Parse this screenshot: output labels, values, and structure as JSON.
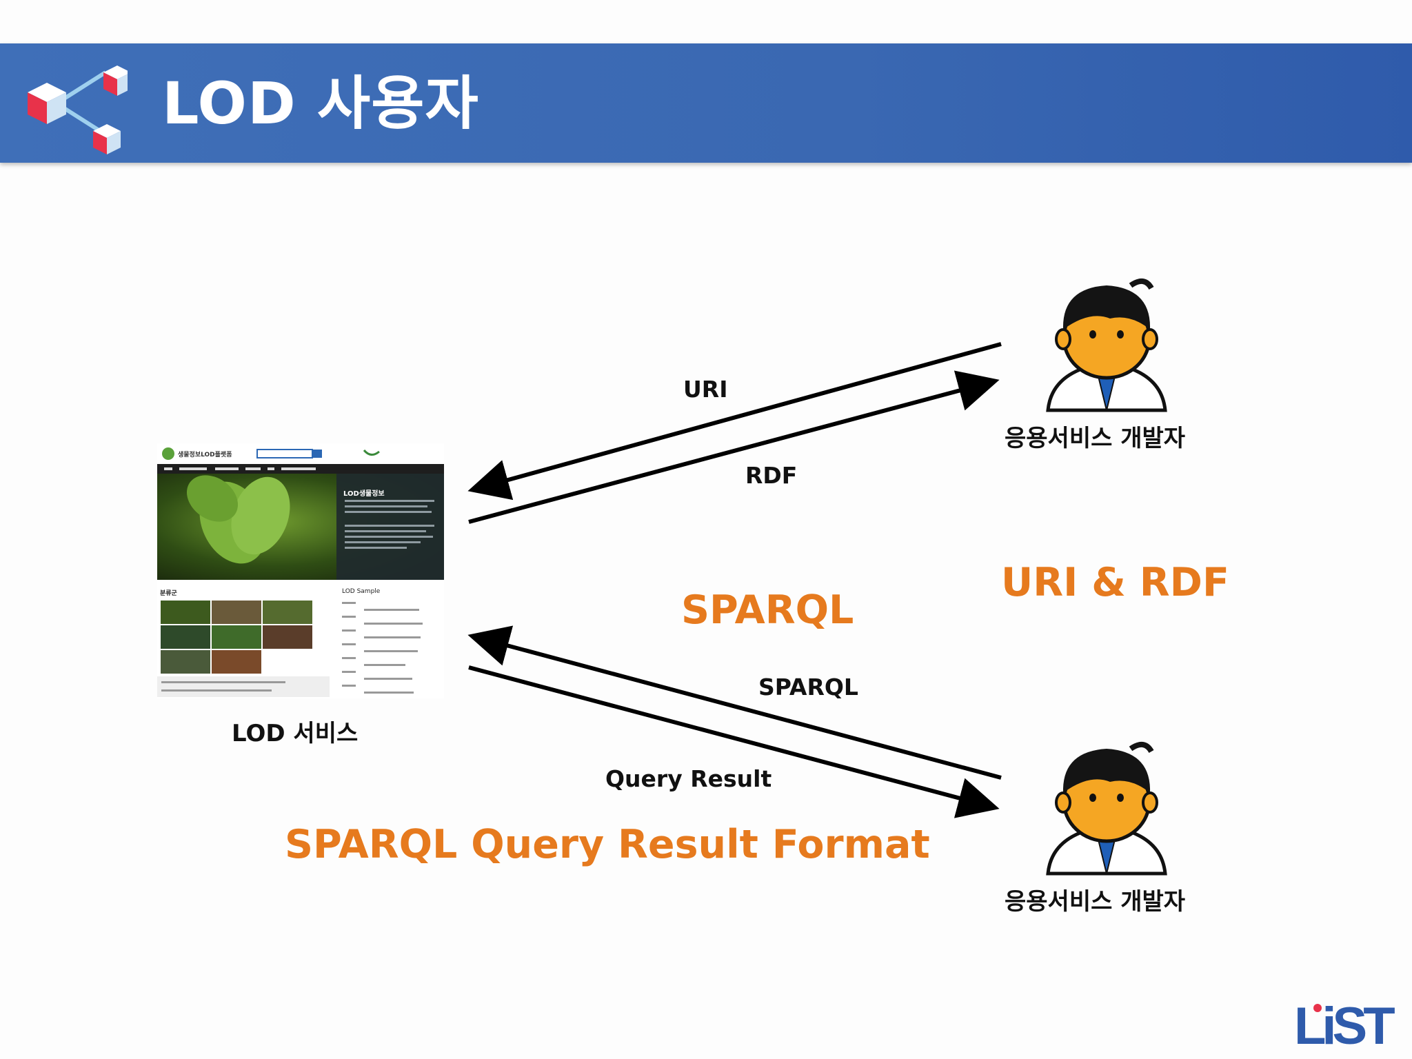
{
  "header": {
    "title": "LOD 사용자",
    "icon": "network-cubes-icon"
  },
  "service": {
    "label": "LOD 서비스",
    "site": {
      "logo_text": "생물정보LOD플랫폼",
      "side_title": "LOD생물정보",
      "left_section": "분류군",
      "right_section": "LOD Sample"
    }
  },
  "top_flow": {
    "uri_label": "URI",
    "rdf_label": "RDF",
    "caption": "URI & RDF",
    "developer_label": "응용서비스 개발자"
  },
  "bottom_flow": {
    "sparql_label": "SPARQL",
    "result_label": "Query Result",
    "caption_sparql": "SPARQL",
    "caption_format": "SPARQL Query Result Format",
    "developer_label": "응용서비스 개발자"
  },
  "footer": {
    "logo_text": "LiST"
  },
  "colors": {
    "header": "#3a68b2",
    "accent_orange": "#e67a1e",
    "arrow": "#000000",
    "logo": "#2f5bab"
  }
}
